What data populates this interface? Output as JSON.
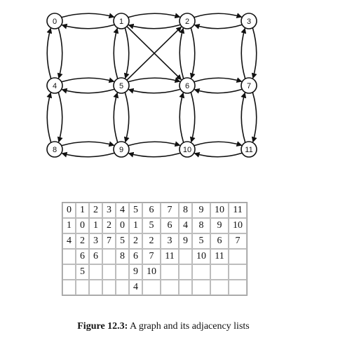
{
  "graph": {
    "nodes": [
      "0",
      "1",
      "2",
      "3",
      "4",
      "5",
      "6",
      "7",
      "8",
      "9",
      "10",
      "11"
    ],
    "edges": [
      [
        0,
        1
      ],
      [
        1,
        0
      ],
      [
        1,
        2
      ],
      [
        2,
        1
      ],
      [
        2,
        3
      ],
      [
        3,
        2
      ],
      [
        4,
        5
      ],
      [
        5,
        4
      ],
      [
        5,
        6
      ],
      [
        6,
        5
      ],
      [
        6,
        7
      ],
      [
        7,
        6
      ],
      [
        8,
        9
      ],
      [
        9,
        8
      ],
      [
        9,
        10
      ],
      [
        10,
        9
      ],
      [
        10,
        11
      ],
      [
        11,
        10
      ],
      [
        0,
        4
      ],
      [
        4,
        0
      ],
      [
        4,
        8
      ],
      [
        8,
        4
      ],
      [
        1,
        5
      ],
      [
        5,
        1
      ],
      [
        5,
        9
      ],
      [
        9,
        5
      ],
      [
        2,
        6
      ],
      [
        6,
        2
      ],
      [
        6,
        10
      ],
      [
        10,
        6
      ],
      [
        3,
        7
      ],
      [
        7,
        3
      ],
      [
        7,
        11
      ],
      [
        11,
        7
      ],
      [
        1,
        6
      ],
      [
        5,
        2
      ]
    ]
  },
  "adjacency": {
    "rows": [
      [
        "0",
        "1",
        "2",
        "3",
        "4",
        "5",
        "6",
        "7",
        "8",
        "9",
        "10",
        "11"
      ],
      [
        "1",
        "0",
        "1",
        "2",
        "0",
        "1",
        "5",
        "6",
        "4",
        "8",
        "9",
        "10"
      ],
      [
        "4",
        "2",
        "3",
        "7",
        "5",
        "2",
        "2",
        "3",
        "9",
        "5",
        "6",
        "7"
      ],
      [
        "",
        "6",
        "6",
        "",
        "8",
        "6",
        "7",
        "11",
        "",
        "10",
        "11",
        ""
      ],
      [
        "",
        "5",
        "",
        "",
        "",
        "9",
        "10",
        "",
        "",
        "",
        "",
        ""
      ],
      [
        "",
        "",
        "",
        "",
        "",
        "4",
        "",
        "",
        "",
        "",
        "",
        ""
      ]
    ]
  },
  "caption": {
    "label": "Figure 12.3:",
    "text": " A graph and its adjacency lists"
  }
}
